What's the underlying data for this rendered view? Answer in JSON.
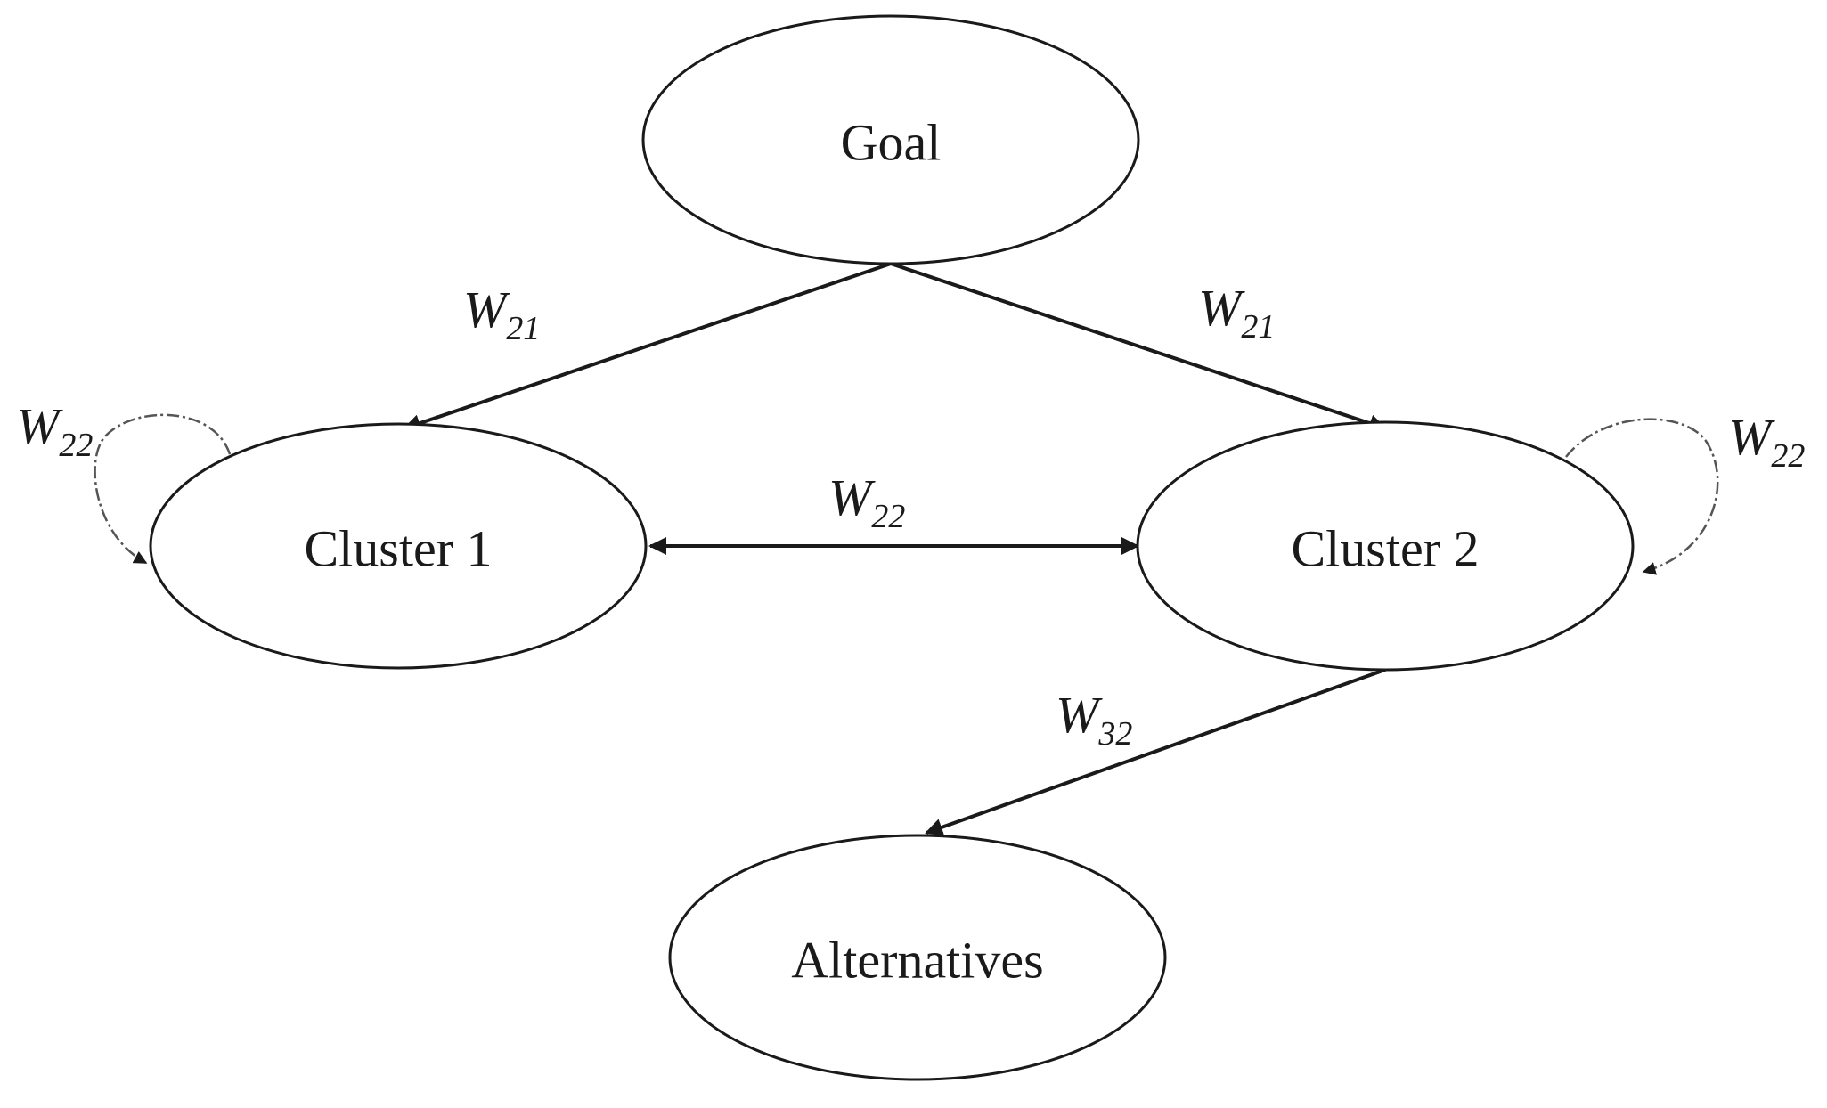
{
  "nodes": {
    "goal": "Goal",
    "cluster1": "Cluster 1",
    "cluster2": "Cluster 2",
    "alternatives": "Alternatives"
  },
  "edges": {
    "goal_to_cluster1": {
      "main": "W",
      "sub": "21"
    },
    "goal_to_cluster2": {
      "main": "W",
      "sub": "21"
    },
    "cluster1_loop": {
      "main": "W",
      "sub": "22"
    },
    "cluster1_cluster2": {
      "main": "W",
      "sub": "22"
    },
    "cluster2_loop": {
      "main": "W",
      "sub": "22"
    },
    "cluster2_to_alternatives": {
      "main": "W",
      "sub": "32"
    }
  },
  "colors": {
    "stroke": "#1a1a1a",
    "loop_stroke": "#555555",
    "background": "#ffffff"
  }
}
